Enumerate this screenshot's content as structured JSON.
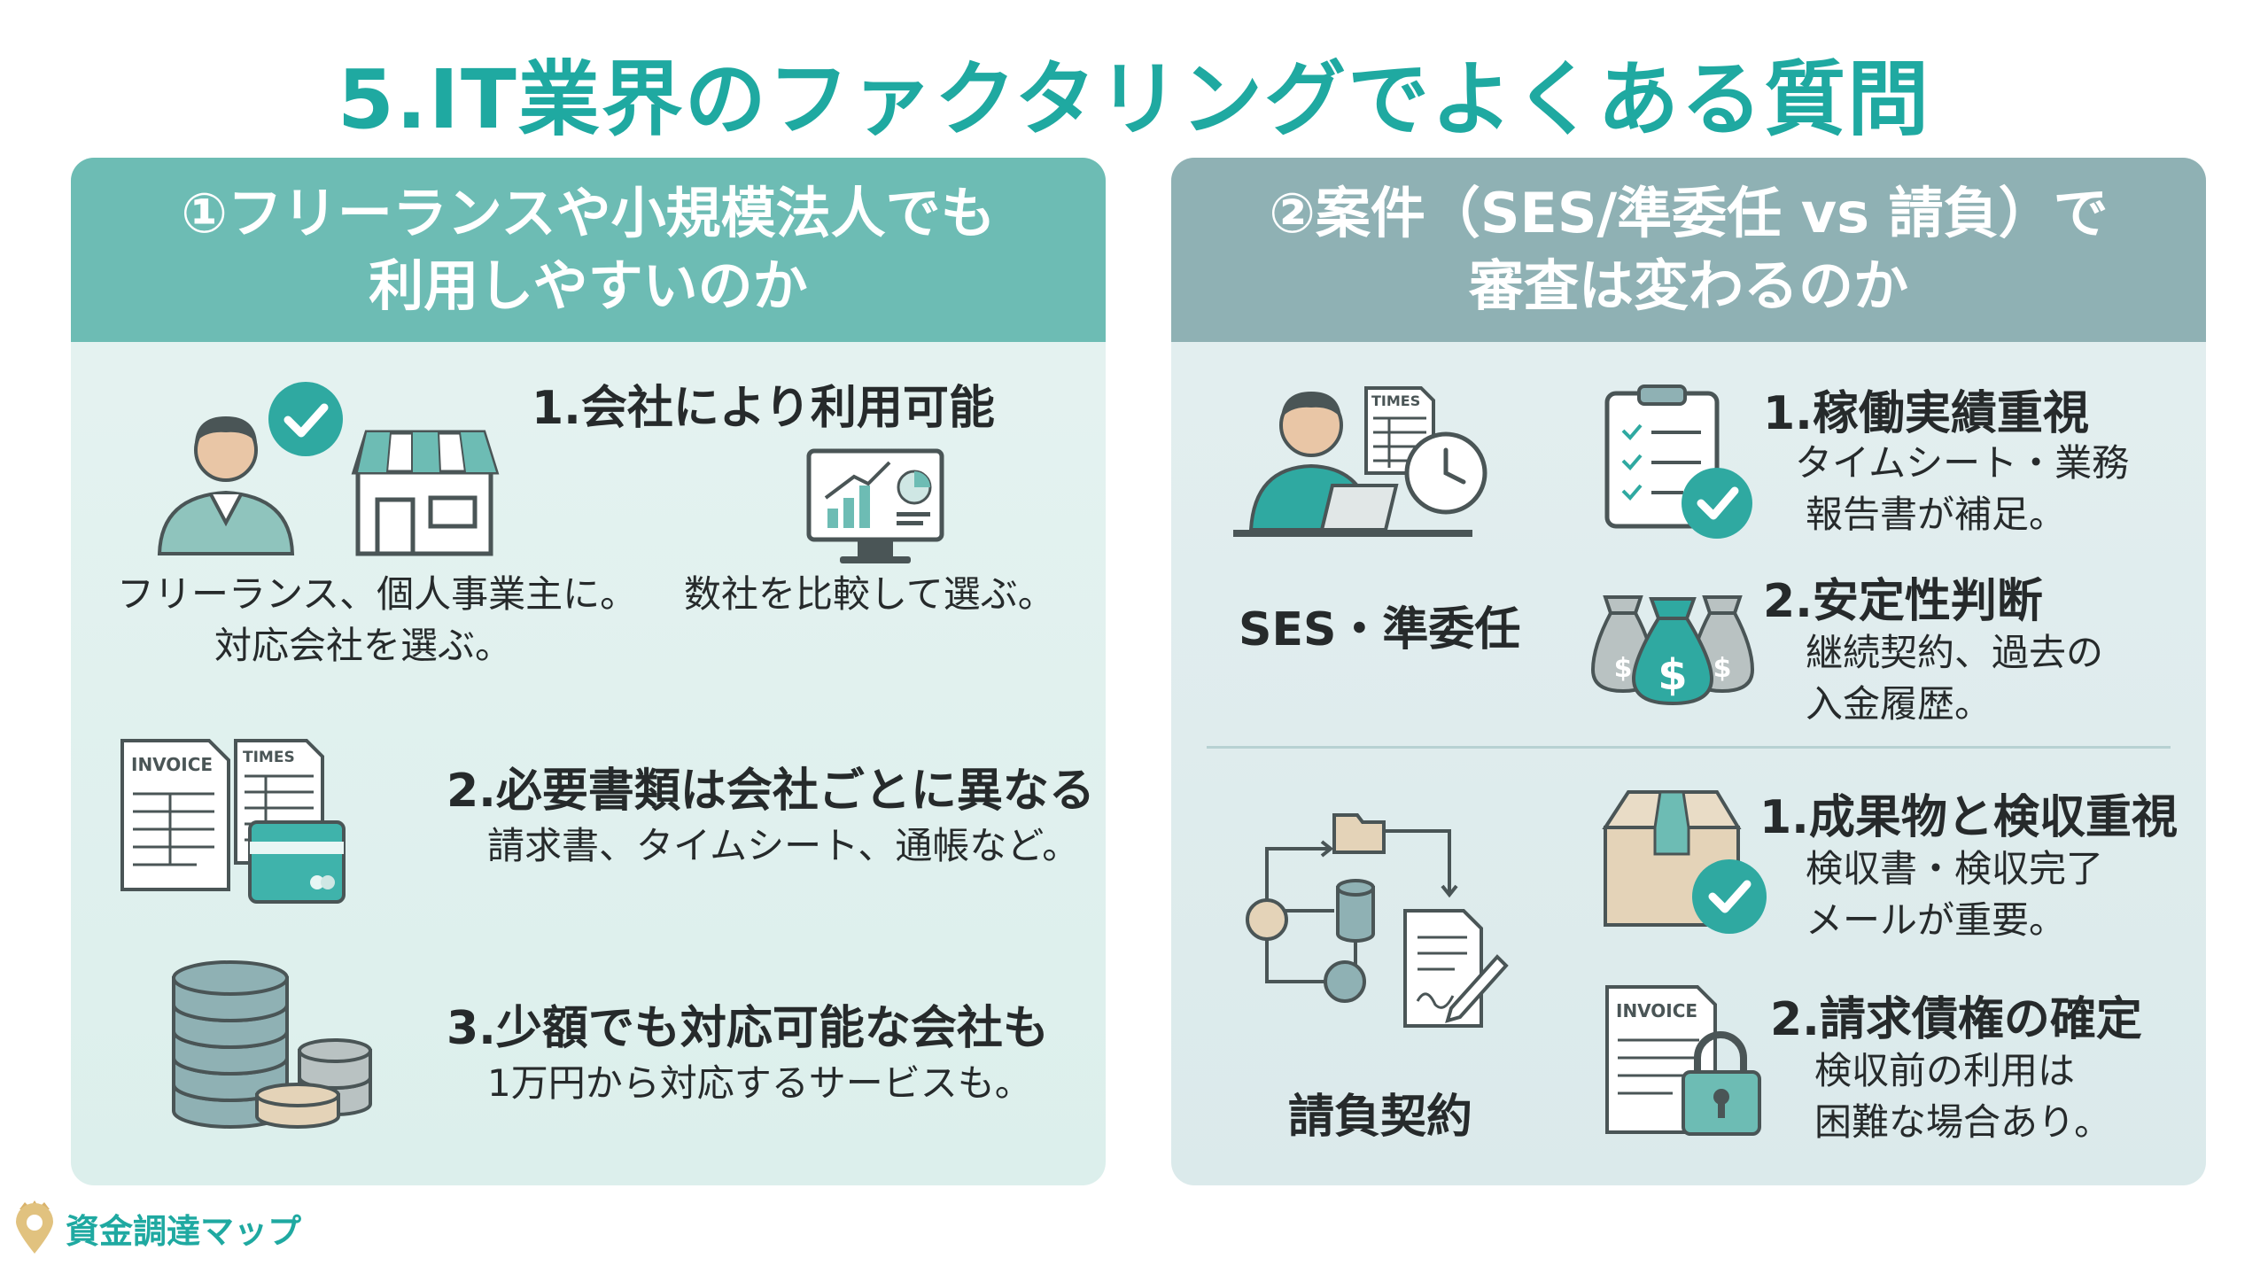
{
  "title": "5.IT業界のファクタリングでよくある質問",
  "left": {
    "heading_line1": "①フリーランスや小規模法人でも",
    "heading_line2": "利用しやすいのか",
    "item1": {
      "title": "1.会社により利用可能",
      "caption_a_line1": "フリーランス、個人事業主に。",
      "caption_a_line2": "対応会社を選ぶ。",
      "caption_b": "数社を比較して選ぶ。"
    },
    "item2": {
      "title": "2.必要書類は会社ごとに異なる",
      "desc": "請求書、タイムシート、通帳など。",
      "doc1_label": "INVOICE",
      "doc2_label": "TIMES"
    },
    "item3": {
      "title": "3.少額でも対応可能な会社も",
      "desc": "1万円から対応するサービスも。"
    }
  },
  "right": {
    "heading_line1": "②案件（SES/準委任 vs 請負）で",
    "heading_line2": "審査は変わるのか",
    "ses": {
      "label": "SES・準委任",
      "timesheet_label": "TIMES",
      "point1_title": "1.稼働実績重視",
      "point1_line1": "タイムシート・業務",
      "point1_line2": "報告書が補足。",
      "point2_title": "2.安定性判断",
      "point2_line1": "継続契約、過去の",
      "point2_line2": "入金履歴。"
    },
    "contract": {
      "label": "請負契約",
      "point1_title": "1.成果物と検収重視",
      "point1_line1": "検収書・検収完了",
      "point1_line2": "メールが重要。",
      "point2_title": "2.請求債権の確定",
      "point2_line1": "検収前の利用は",
      "point2_line2": "困難な場合あり。",
      "invoice_label": "INVOICE"
    }
  },
  "brand": {
    "name": "資金調達マップ"
  },
  "colors": {
    "accent": "#1fa9a1",
    "left_header": "#6dbcb4",
    "right_header": "#8fb1b4",
    "teal_icon": "#3fb3ab"
  }
}
